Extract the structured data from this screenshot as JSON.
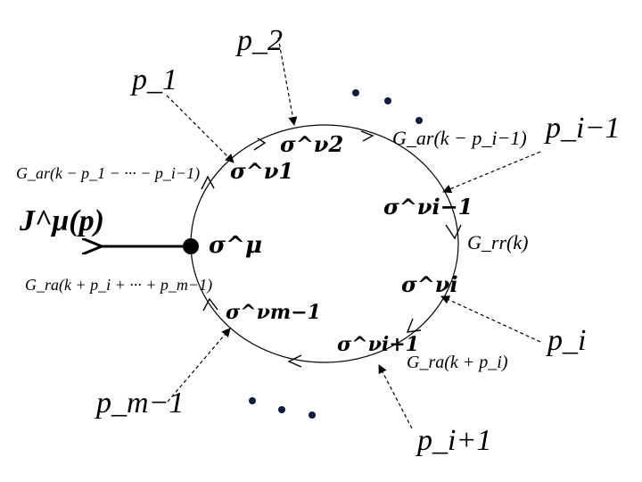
{
  "source": {
    "label": "J^μ(p)"
  },
  "vertices": [
    {
      "id": "mu",
      "label": "σ^μ"
    },
    {
      "id": "nu1",
      "label": "σ^ν1"
    },
    {
      "id": "nu2",
      "label": "σ^ν2"
    },
    {
      "id": "nu_im1",
      "label": "σ^νi−1"
    },
    {
      "id": "nu_i",
      "label": "σ^νi"
    },
    {
      "id": "nu_ip1",
      "label": "σ^νi+1"
    },
    {
      "id": "nu_mm1",
      "label": "σ^νm−1"
    }
  ],
  "propagators": [
    {
      "label": "G_ar(k − p_i−1)"
    },
    {
      "label": "G_rr(k)"
    },
    {
      "label": "G_ra(k + p_i)"
    },
    {
      "label": "G_ra(k + p_i + ··· + p_m−1)"
    },
    {
      "label": "G_ar(k − p_1 − ··· − p_i−1)"
    }
  ],
  "momenta": [
    {
      "label": "p_1"
    },
    {
      "label": "p_2"
    },
    {
      "label": "p_i−1"
    },
    {
      "label": "p_i"
    },
    {
      "label": "p_i+1"
    },
    {
      "label": "p_m−1"
    }
  ]
}
